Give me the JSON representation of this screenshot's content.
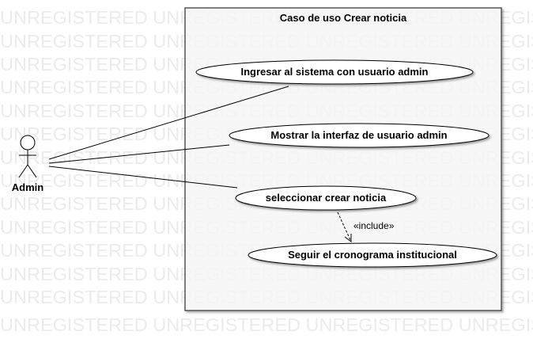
{
  "watermark": {
    "text": "UNREGISTERED UNREGISTERED UNREGISTERED UNREGISTERED UNREGISTERED"
  },
  "system": {
    "title": "Caso de uso Crear noticia"
  },
  "actor": {
    "label": "Admin"
  },
  "use_cases": [
    {
      "label": "Ingresar al sistema con usuario admin"
    },
    {
      "label": "Mostrar la interfaz de usuario admin"
    },
    {
      "label": "seleccionar crear noticia"
    },
    {
      "label": "Seguir el cronograma institucional"
    }
  ],
  "relations": {
    "include_label": "«include»"
  }
}
